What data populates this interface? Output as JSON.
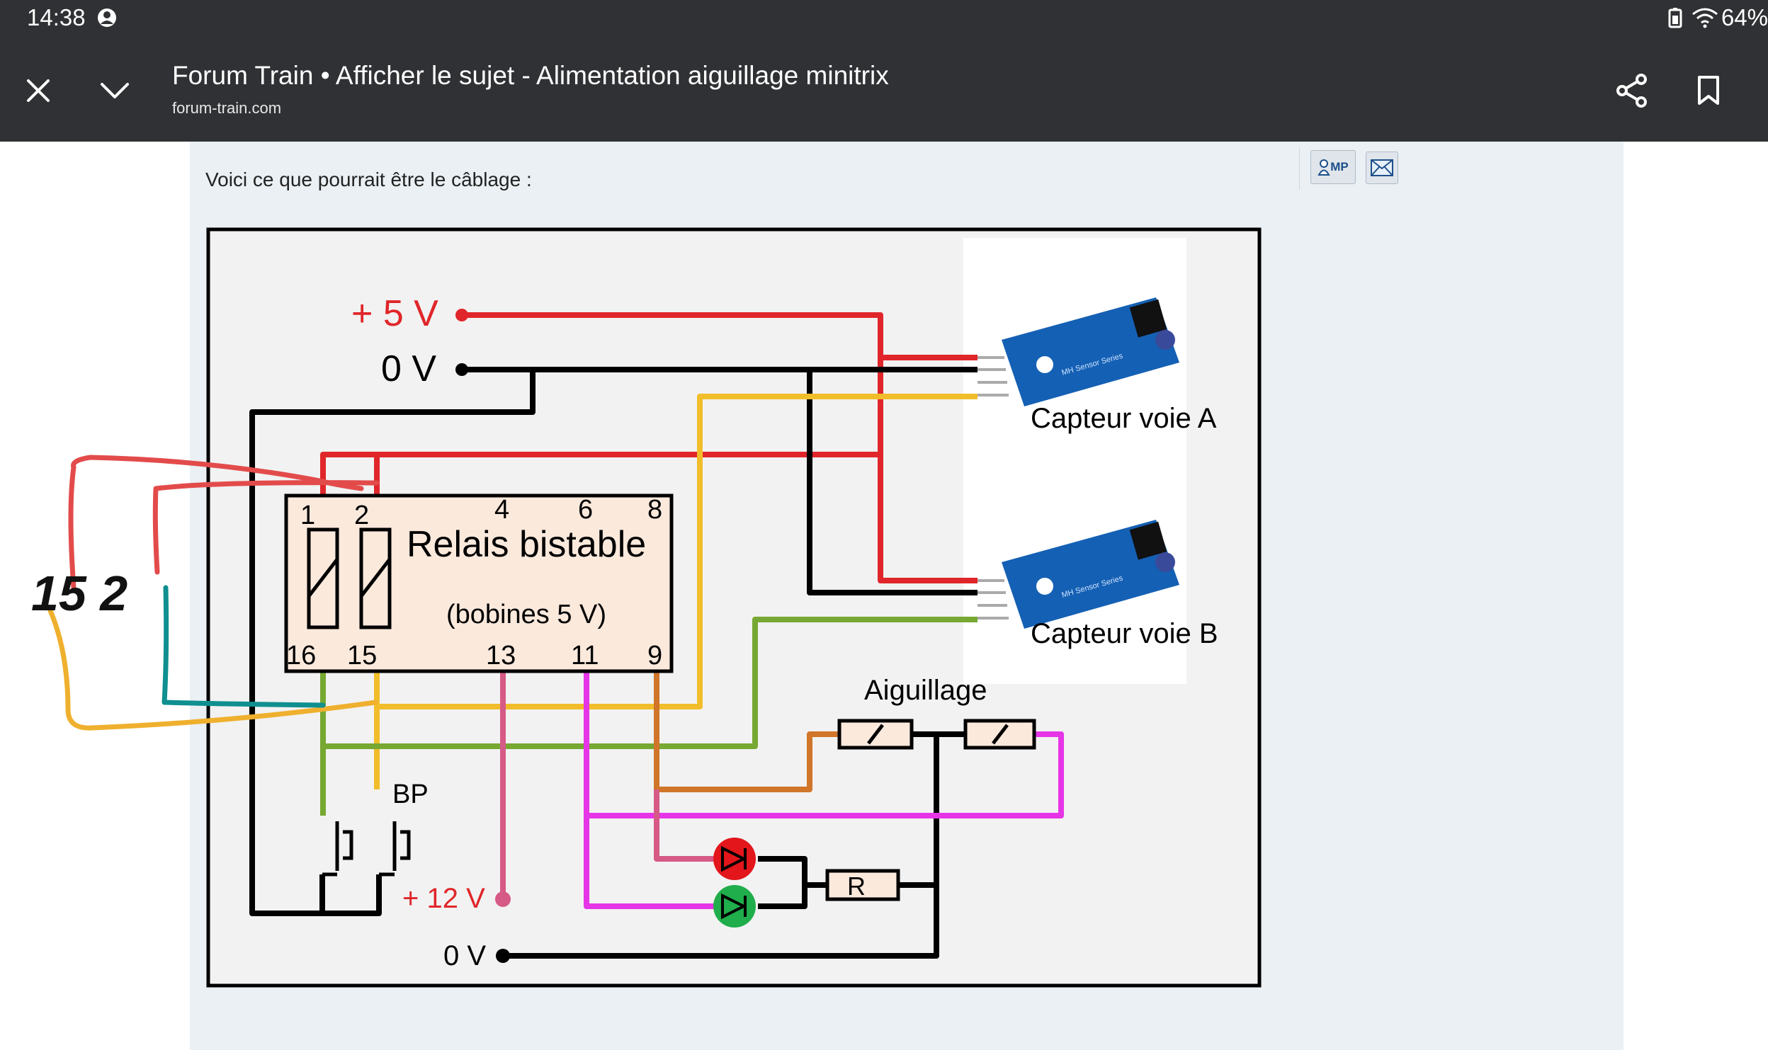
{
  "status": {
    "time": "14:38",
    "battery": "64%"
  },
  "toolbar": {
    "title": "Forum Train • Afficher le sujet - Alimentation aiguillage minitrix",
    "url": "forum-train.com"
  },
  "post": {
    "text": "Voici ce que pourrait être le câblage :",
    "mp_label": "MP"
  },
  "schematic": {
    "plus5v": "+ 5 V",
    "zero_v_top": "0 V",
    "relay_title": "Relais bistable",
    "relay_sub": "(bobines 5 V)",
    "pins_top": [
      "1",
      "2",
      "4",
      "6",
      "8"
    ],
    "pins_bottom": [
      "16",
      "15",
      "13",
      "11",
      "9"
    ],
    "sensor_a": "Capteur voie A",
    "sensor_b": "Capteur voie B",
    "switch_label": "Aiguillage",
    "bp": "BP",
    "plus12v": "+ 12 V",
    "zero_v_bottom": "0 V",
    "resistor": "R",
    "module_text": "MH Sensor Series",
    "handwritten": "15 2"
  },
  "colors": {
    "bar": "#303134",
    "page": "#eaf0f4",
    "red_wire": "#e0262a",
    "yellow_wire": "#f2bd2a",
    "green_wire": "#76a832",
    "magenta_wire": "#e635e6",
    "orange_wire": "#d0752a"
  }
}
